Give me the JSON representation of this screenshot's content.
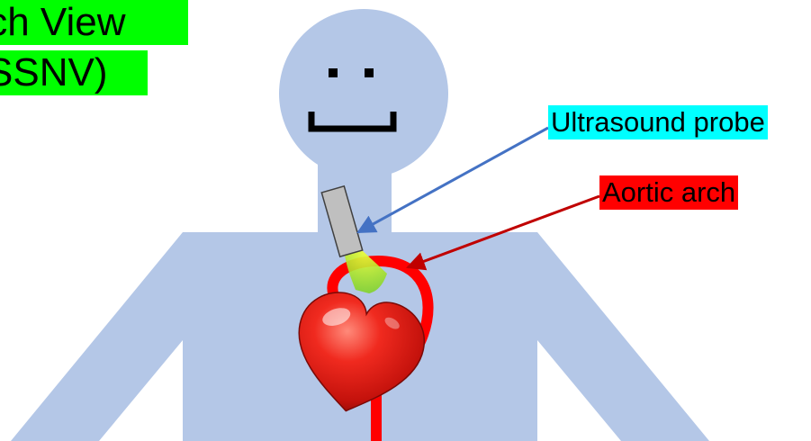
{
  "title": {
    "line1": "tch View",
    "line2": "SSNV)"
  },
  "labels": {
    "probe": "Ultrasound probe",
    "aorta": "Aortic arch"
  },
  "colors": {
    "body": "#b4c7e7",
    "face": "#000000",
    "title_bg": "#00ff00",
    "probe_label_bg": "#00ffff",
    "aorta_label_bg": "#ff0000",
    "probe_arrow": "#4472c4",
    "aorta_arrow": "#c00000",
    "probe_body": "#bfbfbf",
    "ultrasound_beam": "#92d050",
    "aorta": "#ff0000",
    "heart": "#e0201a"
  },
  "icons": {
    "heart": "heart-emoji-icon"
  }
}
